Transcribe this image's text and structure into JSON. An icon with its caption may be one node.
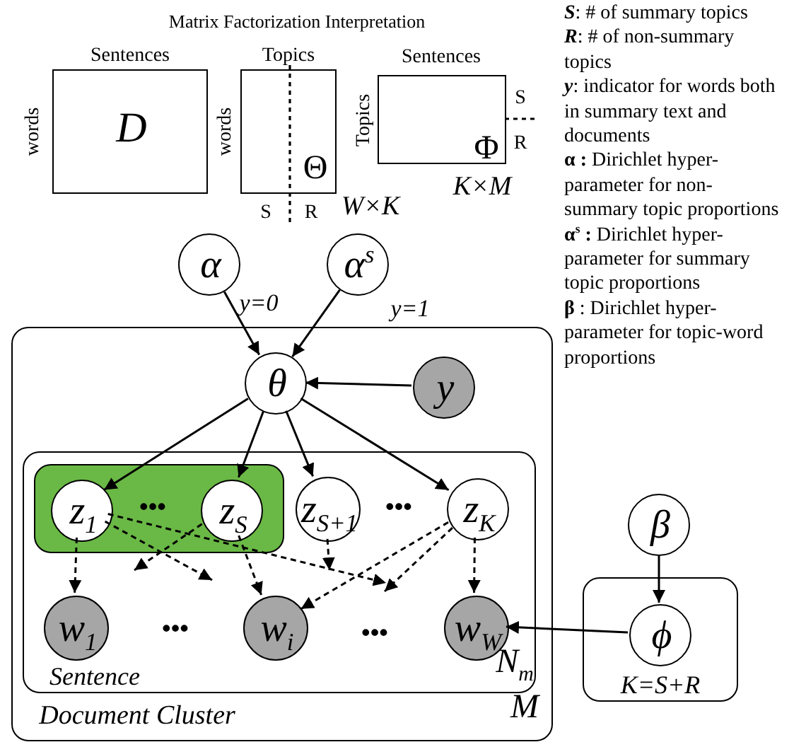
{
  "diagram": {
    "title": "Matrix Factorization Interpretation",
    "nodes": [
      {
        "text": [
          "D"
        ],
        "beside": [
          "Sentences",
          "words"
        ]
      },
      {
        "text": [
          "Θ"
        ],
        "beside": [
          "Topics",
          "words",
          "S",
          "R",
          "W×K"
        ]
      },
      {
        "text": [
          "Φ"
        ],
        "beside": [
          "Sentences",
          "Topics",
          "S",
          "R",
          "K×M"
        ]
      },
      {
        "text": [
          "α"
        ]
      },
      {
        "text": [
          "α$^{s}$"
        ]
      },
      {
        "text": [
          "Document Cluster",
          "M"
        ]
      },
      {
        "text": [
          "θ"
        ],
        "in": 5
      },
      {
        "text": [
          "y"
        ],
        "in": 5
      },
      {
        "text": [
          "Sentence",
          "N$_{m}$"
        ],
        "in": 5
      },
      {
        "text": [],
        "shape": "box",
        "in": 8
      },
      {
        "text": [
          "z$_{1}$"
        ],
        "in": 9
      },
      {
        "text": [
          "z$_{S}$"
        ],
        "in": 9
      },
      {
        "text": [
          "z$_{S+1}$"
        ],
        "in": 8
      },
      {
        "text": [
          "z$_{K}$"
        ],
        "in": 8
      },
      {
        "text": [
          "w$_{1}$"
        ],
        "in": 8
      },
      {
        "text": [
          "w$_{i}$"
        ],
        "in": 8
      },
      {
        "text": [
          "w$_{W}$"
        ],
        "in": 8
      },
      {
        "text": [
          "β"
        ]
      },
      {
        "text": [
          "K=S+R"
        ]
      },
      {
        "text": [
          "ϕ"
        ],
        "in": 18
      }
    ],
    "edges": [
      {
        "from": 3,
        "to": 6,
        "arrow": "to",
        "label": "y=0"
      },
      {
        "from": 4,
        "to": 6,
        "arrow": "to",
        "label": "y=1"
      },
      {
        "from": 7,
        "to": 6,
        "arrow": "to"
      },
      {
        "from": 6,
        "to": 10,
        "arrow": "to"
      },
      {
        "from": 6,
        "to": 11,
        "arrow": "to"
      },
      {
        "from": 6,
        "to": 12,
        "arrow": "to"
      },
      {
        "from": 6,
        "to": 13,
        "arrow": "to"
      },
      {
        "from": 10,
        "to": 14,
        "arrow": "to",
        "style": "dashed"
      },
      {
        "from": 10,
        "to": null,
        "arrow": "to",
        "style": "dashed"
      },
      {
        "from": 10,
        "to": null,
        "arrow": "to",
        "style": "dashed"
      },
      {
        "from": 11,
        "to": null,
        "arrow": "to",
        "style": "dashed"
      },
      {
        "from": 11,
        "to": 15,
        "arrow": "to",
        "style": "dashed"
      },
      {
        "from": 12,
        "to": null,
        "arrow": "to",
        "style": "dashed"
      },
      {
        "from": 13,
        "to": 15,
        "arrow": "to",
        "style": "dashed"
      },
      {
        "from": 13,
        "to": null,
        "arrow": "to",
        "style": "dashed"
      },
      {
        "from": 13,
        "to": 16,
        "arrow": "to",
        "style": "dashed"
      },
      {
        "from": 17,
        "to": 19,
        "arrow": "to"
      },
      {
        "from": 19,
        "to": 16,
        "arrow": "to"
      }
    ],
    "labels": [
      "**S**: # of summary topics",
      "**R**: # of non-summary topics",
      "**y**: indicator for words both in summary text and documents",
      "**α :** Dirichlet hyper-parameter for non-summary topic proportions",
      "**α$^{s}$ :** Dirichlet hyper-parameter for summary topic proportions",
      "**β** : Dirichlet hyper-parameter for topic-word proportions",
      "•••",
      "•••",
      "•••",
      "•••"
    ]
  }
}
